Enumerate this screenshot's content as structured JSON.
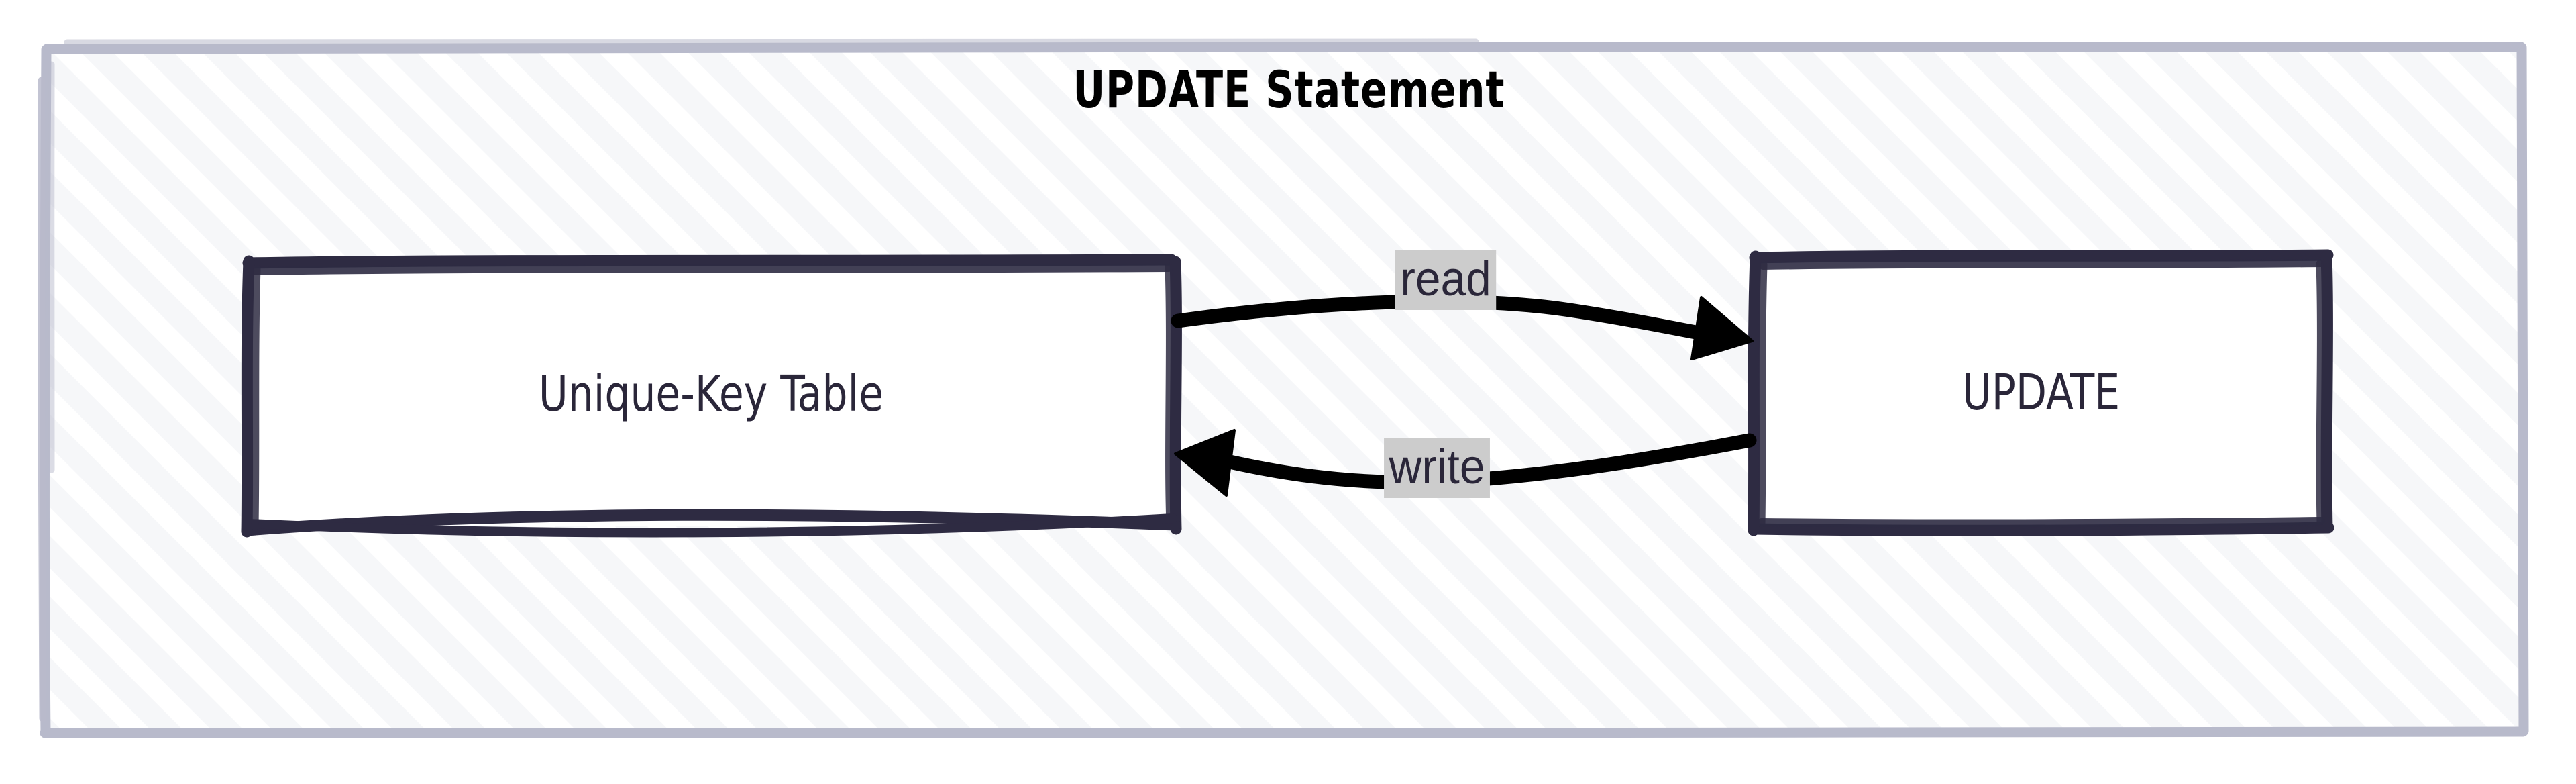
{
  "diagram": {
    "kind": "flowchart",
    "style": "hand-drawn-sketch",
    "subgraph": {
      "title": "UPDATE Statement",
      "border_color": "#b8bacb",
      "fill_color": "#f6f7f9",
      "hatch_color": "#ffffff"
    },
    "nodes": [
      {
        "id": "unique-key-table",
        "label": "Unique-Key Table",
        "shape": "rect",
        "fill": "#ffffff",
        "stroke": "#2e2b42"
      },
      {
        "id": "update",
        "label": "UPDATE",
        "shape": "rect",
        "fill": "#ffffff",
        "stroke": "#2e2b42"
      }
    ],
    "edges": [
      {
        "id": "edge-read",
        "label": "read",
        "from": "unique-key-table",
        "to": "update",
        "direction": "left-to-right",
        "stroke": "#000000",
        "label_background": "#cccccc",
        "label_color": "#2a2639"
      },
      {
        "id": "edge-write",
        "label": "write",
        "from": "update",
        "to": "unique-key-table",
        "direction": "right-to-left",
        "stroke": "#000000",
        "label_background": "#cccccc",
        "label_color": "#2a2639"
      }
    ],
    "title_color": "#000000",
    "node_label_color": "#2a2639"
  }
}
